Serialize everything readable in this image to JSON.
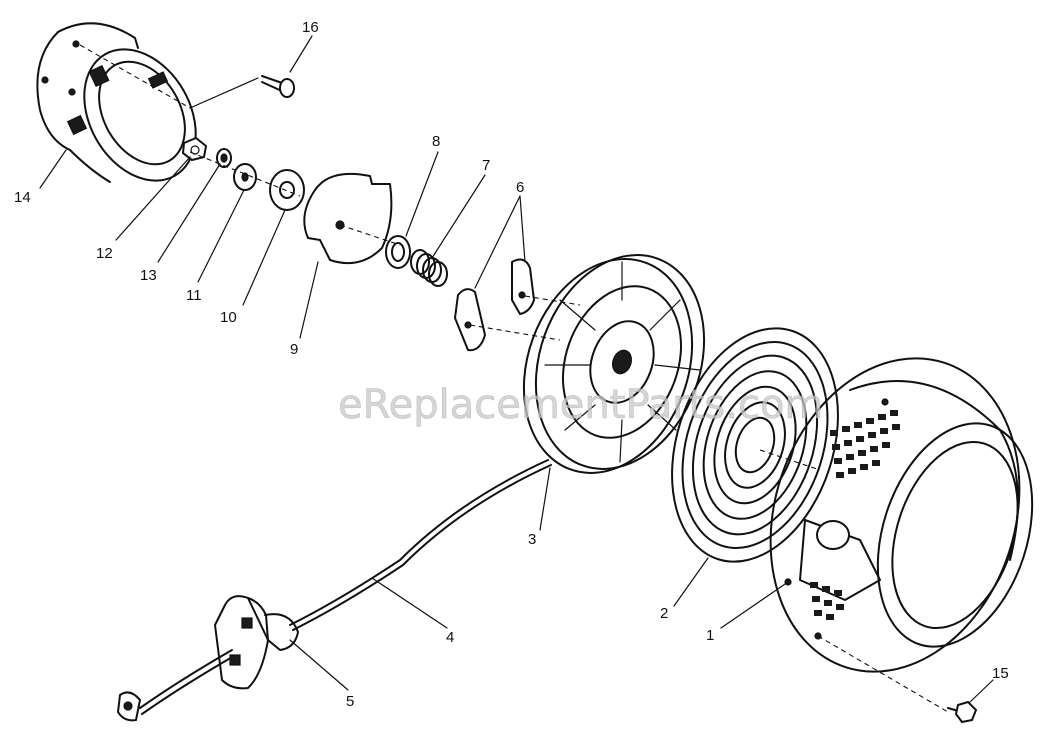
{
  "watermark": "eReplacementParts.com",
  "callouts": [
    {
      "id": "1",
      "label": "1"
    },
    {
      "id": "2",
      "label": "2"
    },
    {
      "id": "3",
      "label": "3"
    },
    {
      "id": "4",
      "label": "4"
    },
    {
      "id": "5",
      "label": "5"
    },
    {
      "id": "6",
      "label": "6"
    },
    {
      "id": "7",
      "label": "7"
    },
    {
      "id": "8",
      "label": "8"
    },
    {
      "id": "9",
      "label": "9"
    },
    {
      "id": "10",
      "label": "10"
    },
    {
      "id": "11",
      "label": "11"
    },
    {
      "id": "12",
      "label": "12"
    },
    {
      "id": "13",
      "label": "13"
    },
    {
      "id": "14",
      "label": "14"
    },
    {
      "id": "15",
      "label": "15"
    },
    {
      "id": "16",
      "label": "16"
    }
  ]
}
